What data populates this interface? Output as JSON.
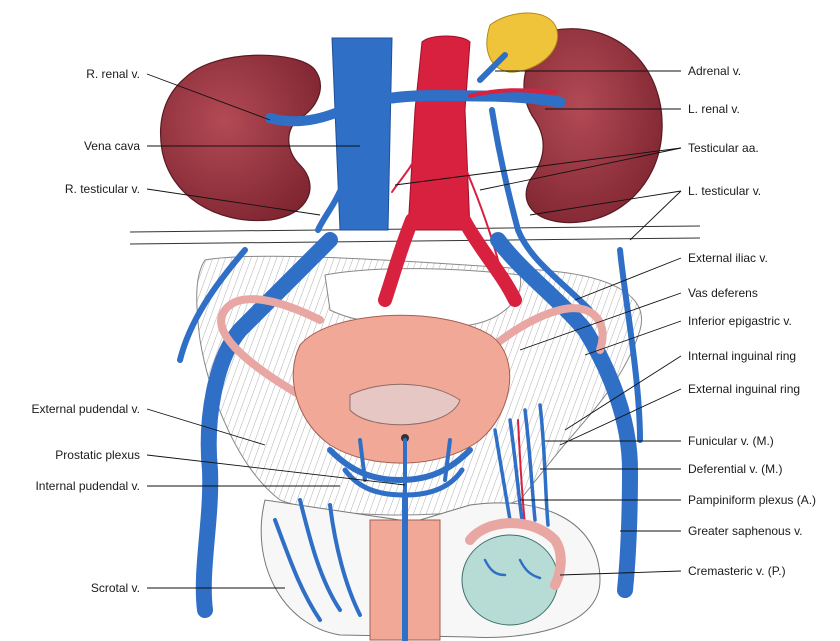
{
  "labels_left": [
    "R. renal v.",
    "Vena cava",
    "R. testicular v.",
    "External pudendal v.",
    "Prostatic plexus",
    "Internal pudendal v.",
    "Scrotal v."
  ],
  "labels_right": [
    "Adrenal v.",
    "L. renal v.",
    "Testicular aa.",
    "L. testicular v.",
    "External iliac v.",
    "Vas deferens",
    "Inferior epigastric v.",
    "Internal inguinal ring",
    "External inguinal ring",
    "Funicular v. (M.)",
    "Deferential v. (M.)",
    "Pampiniform plexus (A.)",
    "Greater saphenous v.",
    "Cremasteric v. (P.)"
  ]
}
